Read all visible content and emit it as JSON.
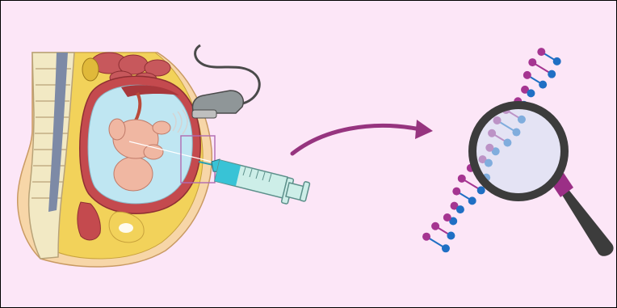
{
  "diagram": {
    "panels": [
      {
        "name": "amniocentesis",
        "icon": "pregnant-abdomen-cross-section-icon"
      },
      {
        "name": "ultrasound",
        "icon": "ultrasound-probe-icon"
      },
      {
        "name": "syringe",
        "icon": "syringe-icon"
      },
      {
        "name": "analysis",
        "icon": "dna-magnifier-icon"
      }
    ],
    "connectors": [
      {
        "from": "amniocentesis",
        "to": "analysis",
        "style": "curved-arrow"
      }
    ]
  },
  "colors": {
    "background": "#fce6f7",
    "border": "#000000",
    "arrow": "#96347f",
    "dna_blue": "#1f6fc4",
    "dna_purple": "#a53591",
    "magnifier_rim": "#3c3c3c",
    "magnifier_handle": "#9b2f86",
    "lens": "#cfe0f3",
    "skin": "#f7d6a8",
    "uterus": "#c44a4e",
    "amniotic_fluid": "#bfe6f2",
    "fetus": "#f0b7a2",
    "spine_bone": "#f2e9c4",
    "syringe_barrel": "#cdeee8",
    "syringe_liquid": "#38c3d6",
    "box": "#b06ab2"
  }
}
